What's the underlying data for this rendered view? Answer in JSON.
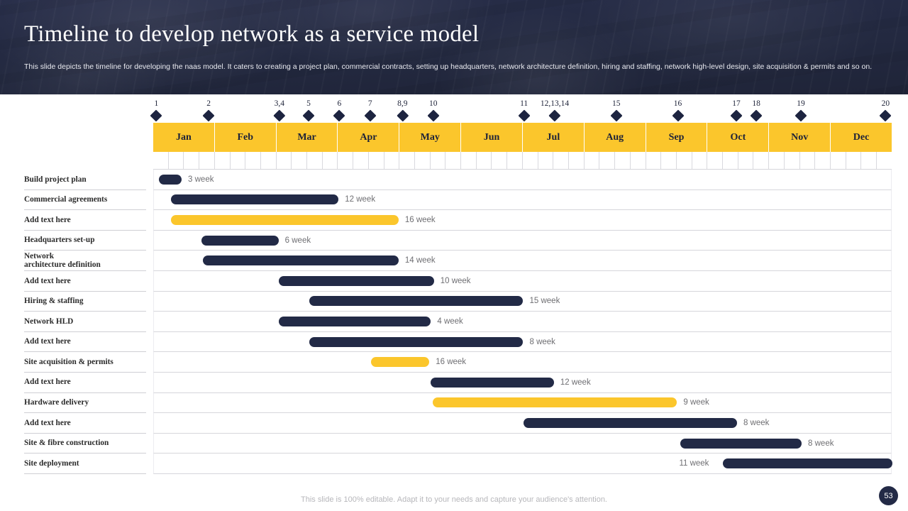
{
  "header": {
    "title": "Timeline to develop network as a service model",
    "subtitle": "This slide depicts the timeline for developing the naas model. It caters to creating a project plan, commercial contracts, setting up headquarters, network architecture definition, hiring and staffing, network high-level design, site acquisition & permits and so on."
  },
  "colors": {
    "header_navy": "#232940",
    "accent_gold": "#fbc62c",
    "bar_dark": "#222a46",
    "label_text": "#2b2b2b",
    "week_text": "#6f6f73"
  },
  "footer": {
    "note": "This slide is 100% editable. Adapt it to your needs and capture your audience's attention.",
    "page_number": "53"
  },
  "chart_data": {
    "type": "gantt",
    "title": "Timeline to develop network as a service model",
    "xlabel": "",
    "ylabel": "",
    "axis": {
      "months": [
        "Jan",
        "Feb",
        "Mar",
        "Apr",
        "May",
        "Jun",
        "Jul",
        "Aug",
        "Sep",
        "Oct",
        "Nov",
        "Dec"
      ],
      "weeks_per_month": 4,
      "total_weeks": 48,
      "grid": true
    },
    "milestones": [
      {
        "label": "1",
        "week": 0.2
      },
      {
        "label": "2",
        "week": 3.6
      },
      {
        "label": "3,4",
        "week": 8.2
      },
      {
        "label": "5",
        "week": 10.1
      },
      {
        "label": "6",
        "week": 12.1
      },
      {
        "label": "7",
        "week": 14.1
      },
      {
        "label": "8,9",
        "week": 16.2
      },
      {
        "label": "10",
        "week": 18.2
      },
      {
        "label": "11",
        "week": 24.1
      },
      {
        "label": "12,13,14",
        "week": 26.1
      },
      {
        "label": "15",
        "week": 30.1
      },
      {
        "label": "16",
        "week": 34.1
      },
      {
        "label": "17",
        "week": 37.9
      },
      {
        "label": "18",
        "week": 39.2
      },
      {
        "label": "19",
        "week": 42.1
      },
      {
        "label": "20",
        "week": 47.6
      }
    ],
    "tasks": [
      {
        "name": "Build project plan",
        "duration_label": "3 week",
        "start_week": 0.3,
        "end_week": 1.8,
        "color": "dark",
        "label_side": "right"
      },
      {
        "name": "Commercial agreements",
        "duration_label": "12 week",
        "start_week": 1.1,
        "end_week": 12.0,
        "color": "dark",
        "label_side": "right"
      },
      {
        "name": "Add text here",
        "duration_label": "16 week",
        "start_week": 1.1,
        "end_week": 15.9,
        "color": "gold",
        "label_side": "right"
      },
      {
        "name": "Headquarters set-up",
        "duration_label": "6 week",
        "start_week": 3.1,
        "end_week": 8.1,
        "color": "dark",
        "label_side": "right"
      },
      {
        "name": "Network\narchitecture definition",
        "duration_label": "14 week",
        "start_week": 3.2,
        "end_week": 15.9,
        "color": "dark",
        "label_side": "right"
      },
      {
        "name": "Add text here",
        "duration_label": "10 week",
        "start_week": 8.1,
        "end_week": 18.2,
        "color": "dark",
        "label_side": "right"
      },
      {
        "name": "Hiring & staffing",
        "duration_label": "15 week",
        "start_week": 10.1,
        "end_week": 24.0,
        "color": "dark",
        "label_side": "right"
      },
      {
        "name": "Network HLD",
        "duration_label": "4 week",
        "start_week": 8.1,
        "end_week": 18.0,
        "color": "dark",
        "label_side": "right"
      },
      {
        "name": "Add text here",
        "duration_label": "8 week",
        "start_week": 10.1,
        "end_week": 24.0,
        "color": "dark",
        "label_side": "right"
      },
      {
        "name": "Site acquisition & permits",
        "duration_label": "16 week",
        "start_week": 14.1,
        "end_week": 17.9,
        "color": "gold",
        "label_side": "right"
      },
      {
        "name": "Add text here",
        "duration_label": "12 week",
        "start_week": 18.0,
        "end_week": 26.0,
        "color": "dark",
        "label_side": "right"
      },
      {
        "name": "Hardware delivery",
        "duration_label": "9 week",
        "start_week": 18.1,
        "end_week": 34.0,
        "color": "gold",
        "label_side": "right"
      },
      {
        "name": "Add text here",
        "duration_label": "8 week",
        "start_week": 24.0,
        "end_week": 37.9,
        "color": "dark",
        "label_side": "right"
      },
      {
        "name": "Site & fibre construction",
        "duration_label": "8 week",
        "start_week": 34.2,
        "end_week": 42.1,
        "color": "dark",
        "label_side": "right"
      },
      {
        "name": "Site deployment",
        "duration_label": "11 week",
        "start_week": 37.0,
        "end_week": 48.0,
        "color": "dark",
        "label_side": "left"
      }
    ]
  }
}
